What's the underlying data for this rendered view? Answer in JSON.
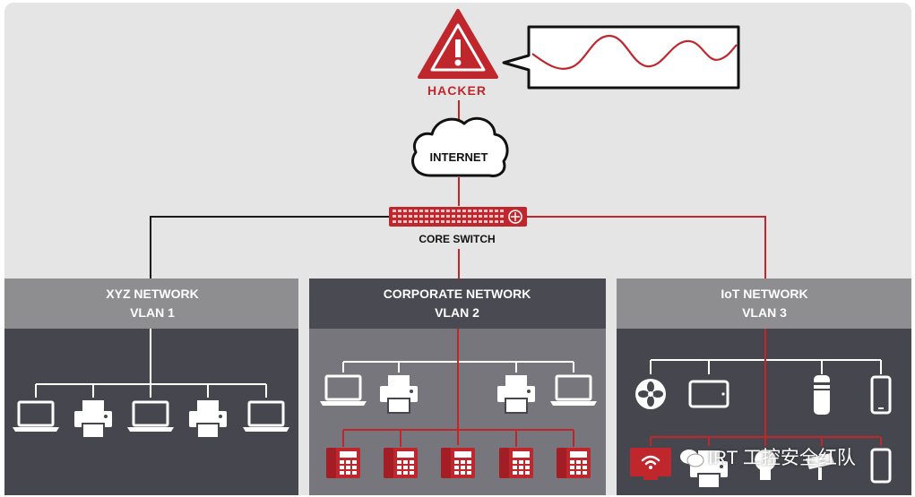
{
  "hacker": {
    "label": "HACKER"
  },
  "internet": {
    "label": "INTERNET"
  },
  "core_switch": {
    "label": "CORE SWITCH"
  },
  "networks": [
    {
      "name": "XYZ NETWORK",
      "vlan": "VLAN 1"
    },
    {
      "name": "CORPORATE NETWORK",
      "vlan": "VLAN 2"
    },
    {
      "name": "IoT NETWORK",
      "vlan": "VLAN 3"
    }
  ],
  "watermark": {
    "text": "IRT 工控安全红队"
  },
  "colors": {
    "accent_red": "#c0272d",
    "background": "#e5e5e5",
    "header_gray": "#8e8e90",
    "header_dark": "#4a4a52",
    "panel_dark": "#46464e",
    "panel_mid": "#76767c"
  },
  "icons": {
    "xyz": [
      "laptop-icon",
      "printer-icon",
      "laptop-icon",
      "printer-icon",
      "laptop-icon"
    ],
    "corporate_top": [
      "laptop-icon",
      "printer-icon",
      "printer-icon",
      "laptop-icon"
    ],
    "corporate_bottom": [
      "ip-phone-icon",
      "ip-phone-icon",
      "ip-phone-icon",
      "ip-phone-icon",
      "ip-phone-icon"
    ],
    "iot_top": [
      "smart-fan-icon",
      "tablet-icon",
      "smart-speaker-icon",
      "smartphone-icon"
    ],
    "iot_bottom": [
      "smart-tv-icon",
      "printer-icon",
      "smart-bulb-icon",
      "security-camera-icon",
      "smartphone-icon"
    ]
  }
}
